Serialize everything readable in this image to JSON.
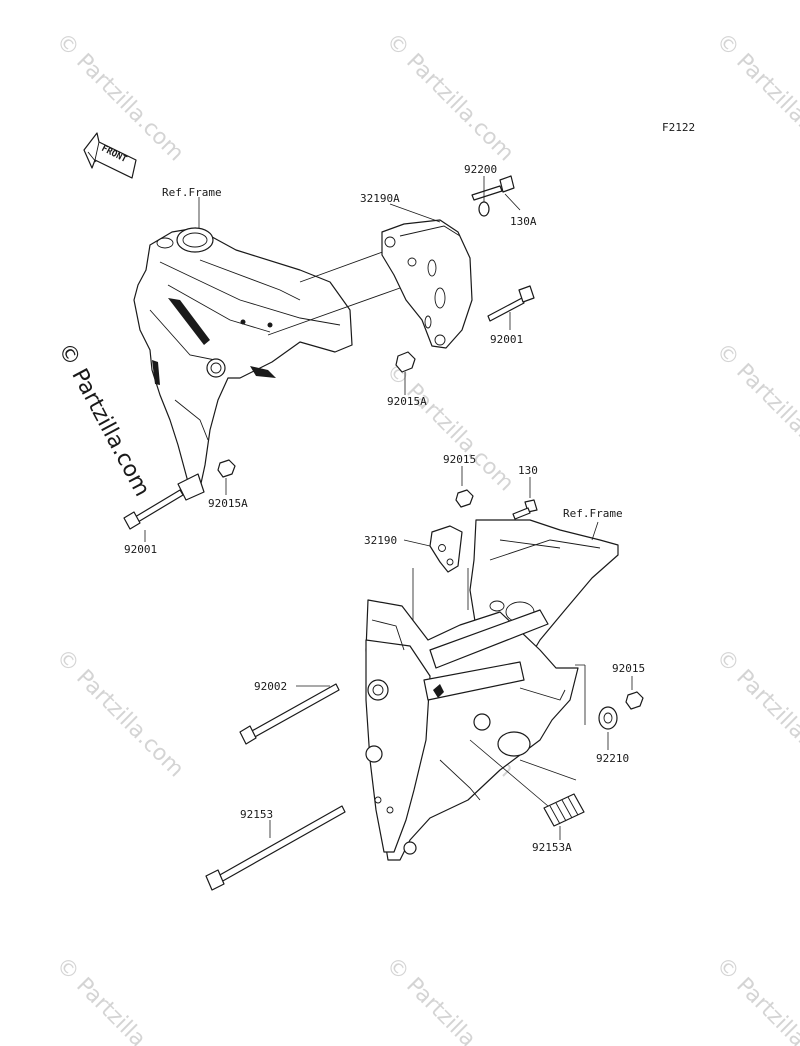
{
  "figure_code": "F2122",
  "front_arrow_text": "FRONT",
  "side_watermark": "© Partzilla.com",
  "watermark_text": "© Partzilla.com",
  "callouts": {
    "ref_frame_top": "Ref.Frame",
    "p32190A": "32190A",
    "p92200": "92200",
    "p130A": "130A",
    "p92001_top": "92001",
    "p92015A_top": "92015A",
    "p92015A_left": "92015A",
    "p92001_left": "92001",
    "p92015_mid": "92015",
    "p130": "130",
    "ref_frame_bottom": "Ref.Frame",
    "p32190": "32190",
    "p92002": "92002",
    "p92015_right": "92015",
    "p92210": "92210",
    "p92153": "92153",
    "p92153A": "92153A"
  }
}
